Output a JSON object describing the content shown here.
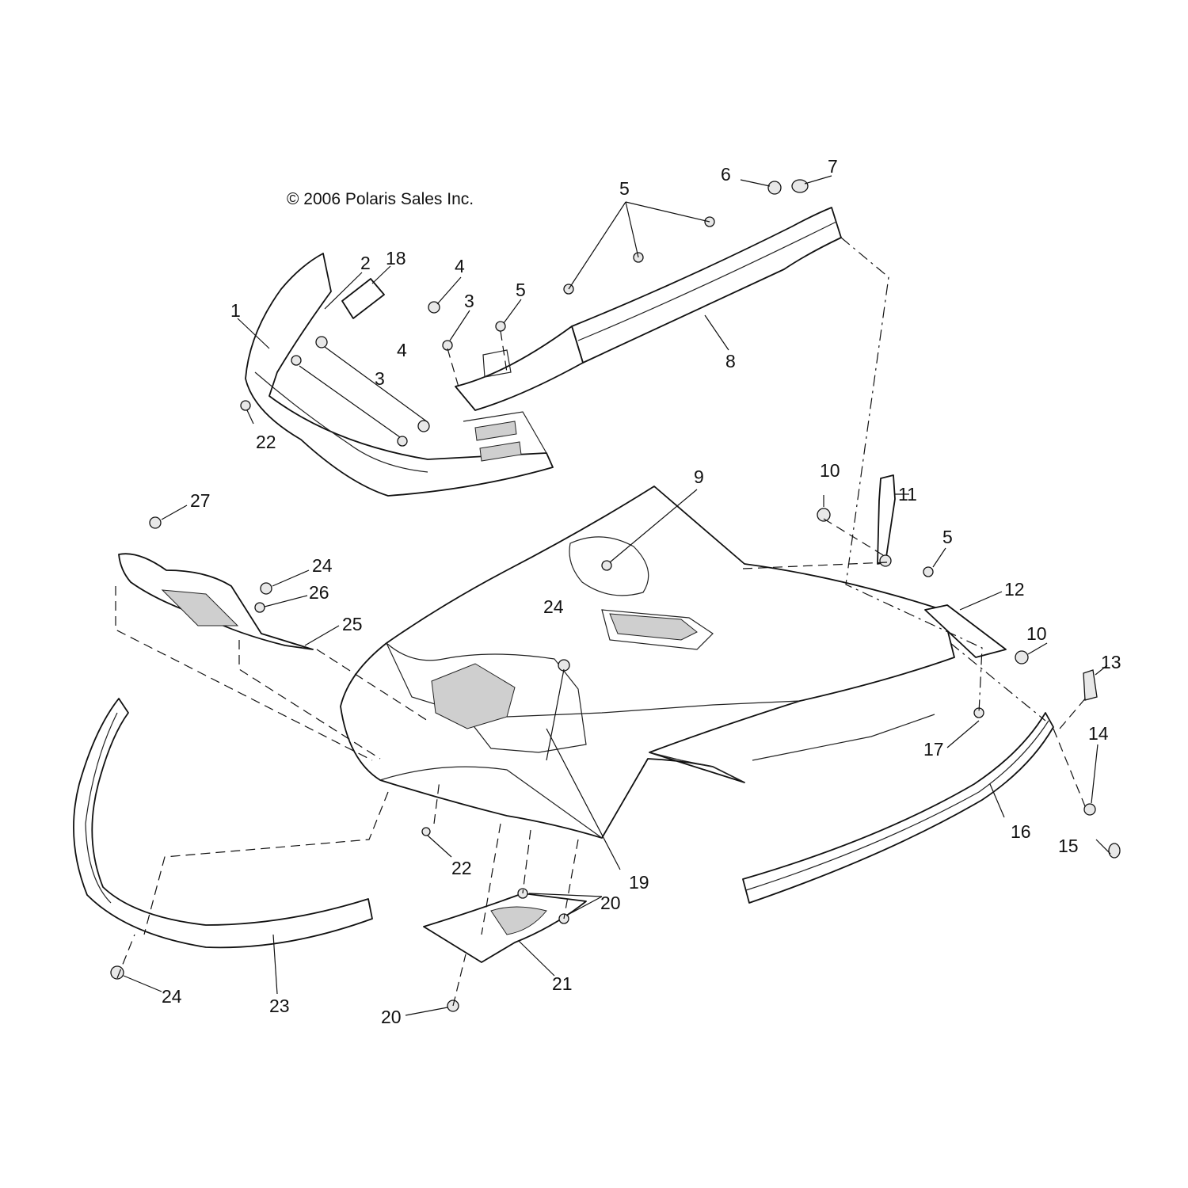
{
  "copyright": "© 2006 Polaris Sales Inc.",
  "callouts": [
    {
      "id": "c1",
      "text": "1"
    },
    {
      "id": "c2",
      "text": "2"
    },
    {
      "id": "c3a",
      "text": "3"
    },
    {
      "id": "c3b",
      "text": "3"
    },
    {
      "id": "c4a",
      "text": "4"
    },
    {
      "id": "c4b",
      "text": "4"
    },
    {
      "id": "c5a",
      "text": "5"
    },
    {
      "id": "c5b",
      "text": "5"
    },
    {
      "id": "c5c",
      "text": "5"
    },
    {
      "id": "c6",
      "text": "6"
    },
    {
      "id": "c7",
      "text": "7"
    },
    {
      "id": "c8",
      "text": "8"
    },
    {
      "id": "c9",
      "text": "9"
    },
    {
      "id": "c10a",
      "text": "10"
    },
    {
      "id": "c10b",
      "text": "10"
    },
    {
      "id": "c11",
      "text": "11"
    },
    {
      "id": "c12",
      "text": "12"
    },
    {
      "id": "c13",
      "text": "13"
    },
    {
      "id": "c14",
      "text": "14"
    },
    {
      "id": "c15",
      "text": "15"
    },
    {
      "id": "c16",
      "text": "16"
    },
    {
      "id": "c17",
      "text": "17"
    },
    {
      "id": "c18",
      "text": "18"
    },
    {
      "id": "c19",
      "text": "19"
    },
    {
      "id": "c20a",
      "text": "20"
    },
    {
      "id": "c20b",
      "text": "20"
    },
    {
      "id": "c21",
      "text": "21"
    },
    {
      "id": "c22a",
      "text": "22"
    },
    {
      "id": "c22b",
      "text": "22"
    },
    {
      "id": "c23",
      "text": "23"
    },
    {
      "id": "c24a",
      "text": "24"
    },
    {
      "id": "c24b",
      "text": "24"
    },
    {
      "id": "c24c",
      "text": "24"
    },
    {
      "id": "c25",
      "text": "25"
    },
    {
      "id": "c26",
      "text": "26"
    },
    {
      "id": "c27",
      "text": "27"
    }
  ]
}
